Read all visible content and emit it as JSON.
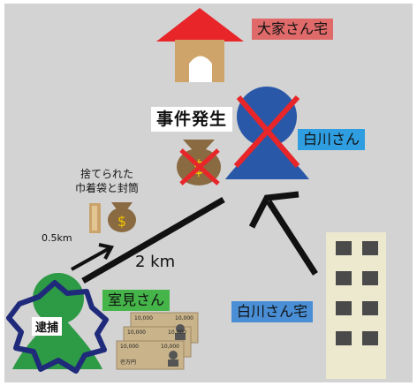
{
  "labels": {
    "home": "大家さん宅",
    "incident": "事件発生",
    "shirakawa": "白川さん",
    "discarded": "捨てられた\n巾着袋と封筒",
    "distance_small": "0.5km",
    "distance_big": "2 km",
    "muromi": "室見さん",
    "arrest": "逮捕",
    "shirakawa_home": "白川さん宅"
  },
  "money_bag_symbol": "$",
  "banknotes": {
    "amount": "10,000",
    "caption": "壱万円"
  },
  "colors": {
    "background": "#d3d3d3",
    "roof": "#e8262a",
    "house": "#cfa46a",
    "person_blue": "#2a58a8",
    "person_green": "#2d9a45",
    "cross": "#e8262a",
    "building": "#ece9cf",
    "window": "#4a4a4a",
    "label_home": "#e06a6a",
    "label_shirakawa": "#2f9ee0",
    "label_shirakawa_home": "#4a8fd6",
    "label_muromi": "#45b54a",
    "arrest_outline": "#1f2a7a"
  }
}
